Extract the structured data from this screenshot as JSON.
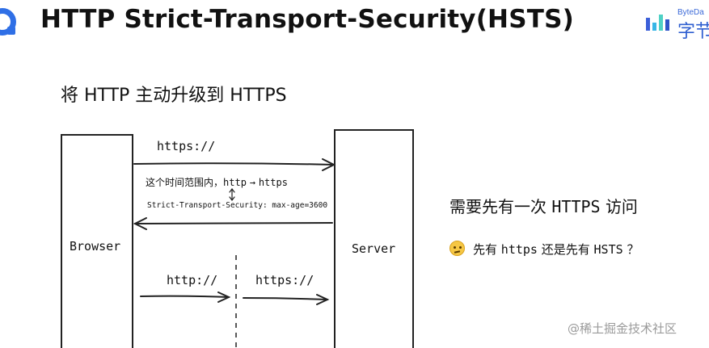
{
  "header": {
    "title": "HTTP Strict-Transport-Security(HSTS)",
    "brand_top": "ByteDa",
    "brand_bottom": "字节",
    "brand_color": "#2f5fd0"
  },
  "slide": {
    "subtitle": "将 HTTP 主动升级到 HTTPS"
  },
  "diagram": {
    "browser_label": "Browser",
    "server_label": "Server",
    "request_1": "https://",
    "note_prefix": "这个时间范围内，",
    "note_from": "http",
    "note_arrow": "→",
    "note_to": "https",
    "response_header": "Strict-Transport-Security: max-age=3600",
    "request_http": "http://",
    "request_https": "https://"
  },
  "side": {
    "title_prefix": "需要先有一次",
    "title_proto": "HTTPS",
    "title_suffix": "访问",
    "question_prefix": "先有",
    "question_https": "https",
    "question_mid": "还是先有",
    "question_hsts": "HSTS",
    "question_mark": "？",
    "emoji": "thinking-face-icon"
  },
  "footer": {
    "watermark": "@稀土掘金技术社区"
  }
}
